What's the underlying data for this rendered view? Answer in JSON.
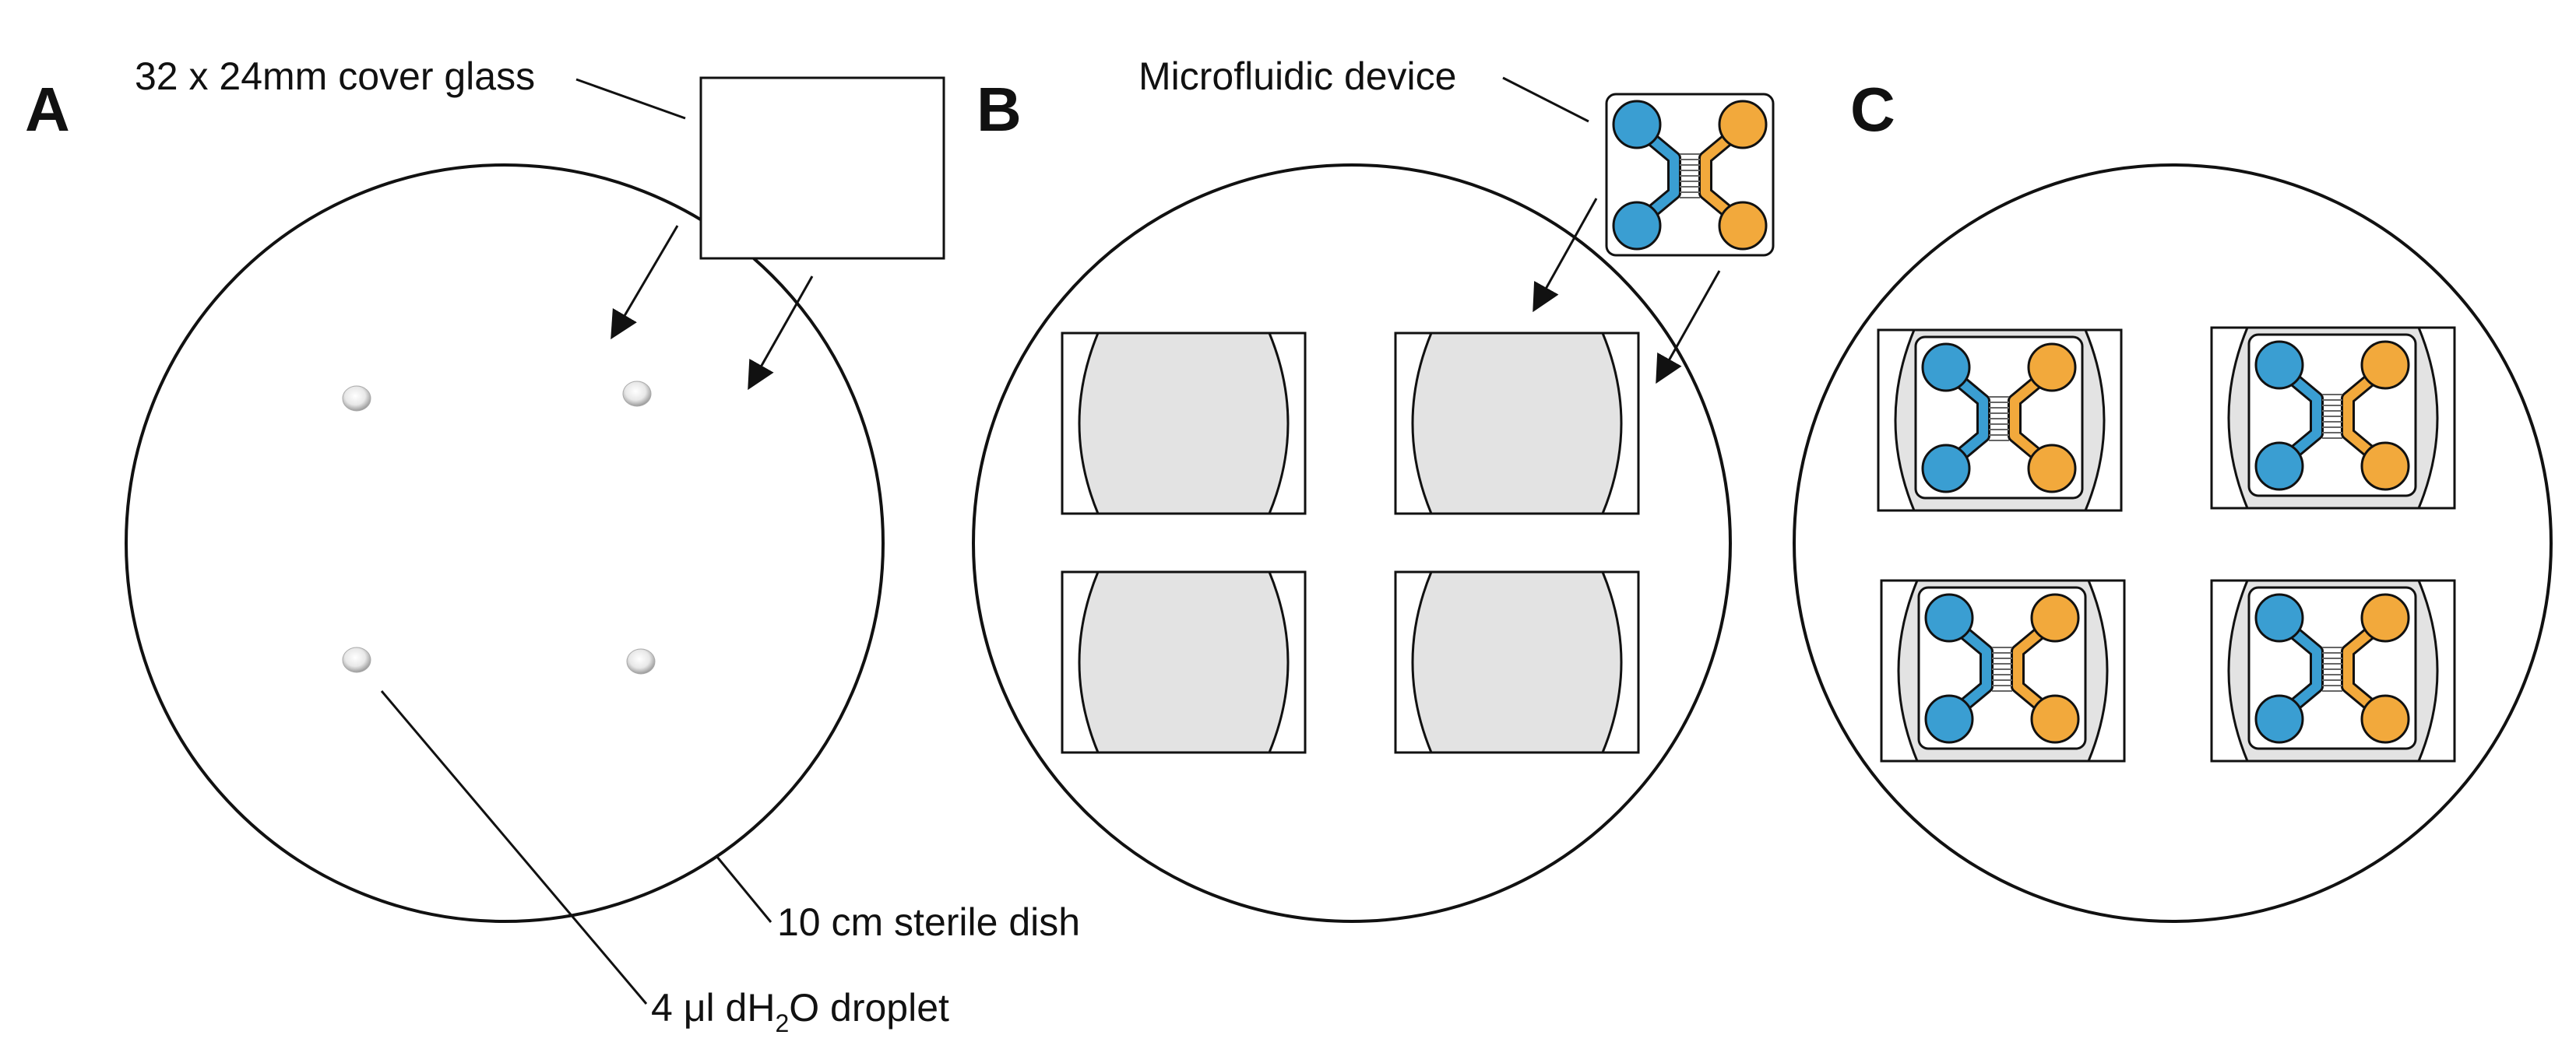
{
  "panels": {
    "a": {
      "letter": "A"
    },
    "b": {
      "letter": "B"
    },
    "c": {
      "letter": "C"
    }
  },
  "labels": {
    "cover_glass": "32 x 24mm cover glass",
    "dish": "10 cm sterile dish",
    "droplet_prefix": "4 μl dH",
    "droplet_sub": "2",
    "droplet_suffix": "O droplet",
    "device": "Microfluidic device"
  },
  "colors": {
    "channel_blue": "#3a9ed2",
    "channel_orange": "#f2a93c",
    "wet_gray": "#e3e3e3",
    "outline": "#111111"
  }
}
